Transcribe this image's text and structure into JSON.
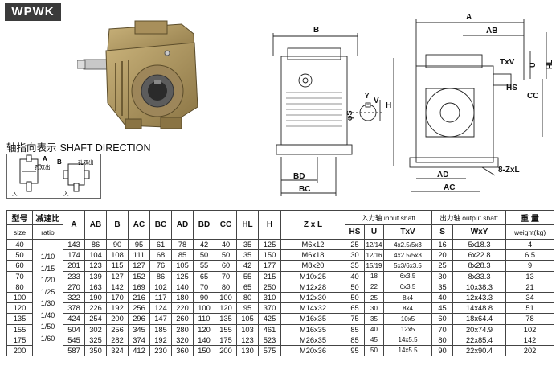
{
  "brand": {
    "logo": "WPWK"
  },
  "shaft_direction": {
    "title_cn": "轴指向表示",
    "title_en": "SHAFT DIRECTION",
    "type_a": "A",
    "type_b": "B",
    "label_double_out": "孔双出",
    "label_in": "入"
  },
  "drawing": {
    "dims": {
      "A": "A",
      "AB": "AB",
      "B": "B",
      "TxV": "TxV",
      "U": "U",
      "HL": "HL",
      "HS": "HS",
      "CC": "CC",
      "H": "H",
      "V": "V",
      "Y": "Y",
      "S": "φS",
      "BD": "BD",
      "BC": "BC",
      "AD": "AD",
      "AC": "AC",
      "ZxL": "8-ZxL"
    }
  },
  "table": {
    "headers": {
      "model_cn": "型号",
      "model_en": "size",
      "ratio_cn": "减速比",
      "ratio_en": "ratio",
      "A": "A",
      "AB": "AB",
      "B": "B",
      "AC": "AC",
      "BC": "BC",
      "AD": "AD",
      "BD": "BD",
      "CC": "CC",
      "HL": "HL",
      "H": "H",
      "ZxL": "Z x L",
      "input_group": "入力轴 input shaft",
      "output_group": "出力轴 output shaft",
      "weight_cn": "重 量",
      "weight_en": "weight(kg)",
      "HS": "HS",
      "U": "U",
      "TxV": "TxV",
      "S": "S",
      "WxY": "WxY"
    },
    "ratios": [
      "1/10",
      "1/15",
      "1/20",
      "1/25",
      "1/30",
      "1/40",
      "1/50",
      "1/60"
    ],
    "rows": [
      {
        "size": "40",
        "A": "143",
        "AB": "86",
        "B": "90",
        "AC": "95",
        "BC": "61",
        "AD": "78",
        "BD": "42",
        "CC": "40",
        "HL": "35",
        "H": "125",
        "ZxL": "M6x12",
        "HS": "25",
        "U": "12/14",
        "TxV": "4x2.5/5x3",
        "S": "16",
        "WxY": "5x18.3",
        "weight": "4"
      },
      {
        "size": "50",
        "A": "174",
        "AB": "104",
        "B": "108",
        "AC": "111",
        "BC": "68",
        "AD": "85",
        "BD": "50",
        "CC": "50",
        "HL": "35",
        "H": "150",
        "ZxL": "M6x18",
        "HS": "30",
        "U": "12/16",
        "TxV": "4x2.5/5x3",
        "S": "20",
        "WxY": "6x22.8",
        "weight": "6.5"
      },
      {
        "size": "60",
        "A": "201",
        "AB": "123",
        "B": "115",
        "AC": "127",
        "BC": "76",
        "AD": "105",
        "BD": "55",
        "CC": "60",
        "HL": "42",
        "H": "177",
        "ZxL": "M8x20",
        "HS": "35",
        "U": "15/19",
        "TxV": "5x3/6x3.5",
        "S": "25",
        "WxY": "8x28.3",
        "weight": "9"
      },
      {
        "size": "70",
        "A": "233",
        "AB": "139",
        "B": "127",
        "AC": "152",
        "BC": "86",
        "AD": "125",
        "BD": "65",
        "CC": "70",
        "HL": "55",
        "H": "215",
        "ZxL": "M10x25",
        "HS": "40",
        "U": "18",
        "TxV": "6x3.5",
        "S": "30",
        "WxY": "8x33.3",
        "weight": "13"
      },
      {
        "size": "80",
        "A": "270",
        "AB": "163",
        "B": "142",
        "AC": "169",
        "BC": "102",
        "AD": "140",
        "BD": "70",
        "CC": "80",
        "HL": "65",
        "H": "250",
        "ZxL": "M12x28",
        "HS": "50",
        "U": "22",
        "TxV": "6x3.5",
        "S": "35",
        "WxY": "10x38.3",
        "weight": "21"
      },
      {
        "size": "100",
        "A": "322",
        "AB": "190",
        "B": "170",
        "AC": "216",
        "BC": "117",
        "AD": "180",
        "BD": "90",
        "CC": "100",
        "HL": "80",
        "H": "310",
        "ZxL": "M12x30",
        "HS": "50",
        "U": "25",
        "TxV": "8x4",
        "S": "40",
        "WxY": "12x43.3",
        "weight": "34"
      },
      {
        "size": "120",
        "A": "378",
        "AB": "226",
        "B": "192",
        "AC": "256",
        "BC": "124",
        "AD": "220",
        "BD": "100",
        "CC": "120",
        "HL": "95",
        "H": "370",
        "ZxL": "M14x32",
        "HS": "65",
        "U": "30",
        "TxV": "8x4",
        "S": "45",
        "WxY": "14x48.8",
        "weight": "51"
      },
      {
        "size": "135",
        "A": "424",
        "AB": "254",
        "B": "200",
        "AC": "296",
        "BC": "147",
        "AD": "260",
        "BD": "110",
        "CC": "135",
        "HL": "105",
        "H": "425",
        "ZxL": "M16x35",
        "HS": "75",
        "U": "35",
        "TxV": "10x5",
        "S": "60",
        "WxY": "18x64.4",
        "weight": "78"
      },
      {
        "size": "155",
        "A": "504",
        "AB": "302",
        "B": "256",
        "AC": "345",
        "BC": "185",
        "AD": "280",
        "BD": "120",
        "CC": "155",
        "HL": "103",
        "H": "461",
        "ZxL": "M16x35",
        "HS": "85",
        "U": "40",
        "TxV": "12x5",
        "S": "70",
        "WxY": "20x74.9",
        "weight": "102"
      },
      {
        "size": "175",
        "A": "545",
        "AB": "325",
        "B": "282",
        "AC": "374",
        "BC": "192",
        "AD": "320",
        "BD": "140",
        "CC": "175",
        "HL": "123",
        "H": "523",
        "ZxL": "M26x35",
        "HS": "85",
        "U": "45",
        "TxV": "14x5.5",
        "S": "80",
        "WxY": "22x85.4",
        "weight": "142"
      },
      {
        "size": "200",
        "A": "587",
        "AB": "350",
        "B": "324",
        "AC": "412",
        "BC": "230",
        "AD": "360",
        "BD": "150",
        "CC": "200",
        "HL": "130",
        "H": "575",
        "ZxL": "M20x36",
        "HS": "95",
        "U": "50",
        "TxV": "14x5.5",
        "S": "90",
        "WxY": "22x90.4",
        "weight": "202"
      }
    ]
  },
  "colors": {
    "housing": "#b09a66",
    "housing_dark": "#7c6a3f",
    "logo_bg": "#3b3b3b",
    "line": "#222222"
  }
}
